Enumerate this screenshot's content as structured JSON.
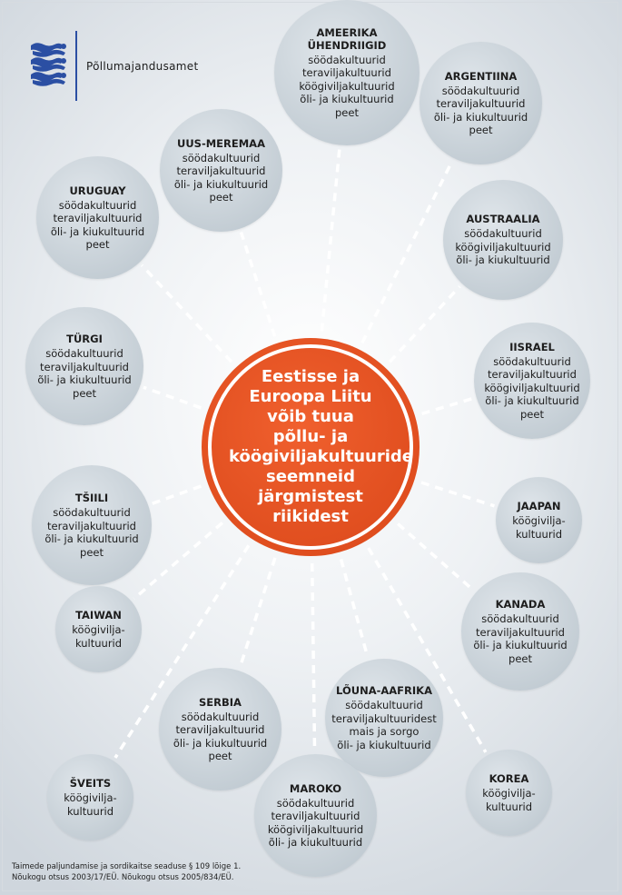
{
  "header": {
    "agency": "Põllumajandusamet",
    "logo_icon": "three-lions-coat-of-arms-icon",
    "logo_color": "#2b4fa3"
  },
  "center": {
    "title_lines": [
      "Eestisse ja",
      "Euroopa Liitu",
      "võib tuua",
      "põllu- ja",
      "köögiviljakultuuride",
      "seemneid",
      "järgmistest",
      "riikidest"
    ],
    "color": "#e04e1f"
  },
  "countries": [
    {
      "name": "AMEERIKA ÜHENDRIIGID",
      "crops": [
        "söödakultuurid",
        "teraviljakultuurid",
        "köögiviljakultuurid",
        "õli- ja kiukultuurid",
        "peet"
      ]
    },
    {
      "name": "ARGENTIINA",
      "crops": [
        "söödakultuurid",
        "teraviljakultuurid",
        "õli- ja kiukultuurid",
        "peet"
      ]
    },
    {
      "name": "UUS-MEREMAA",
      "crops": [
        "söödakultuurid",
        "teraviljakultuurid",
        "õli- ja kiukultuurid",
        "peet"
      ]
    },
    {
      "name": "URUGUAY",
      "crops": [
        "söödakultuurid",
        "teraviljakultuurid",
        "õli- ja kiukultuurid",
        "peet"
      ]
    },
    {
      "name": "AUSTRAALIA",
      "crops": [
        "söödakultuurid",
        "köögiviljakultuurid",
        "õli- ja kiukultuurid"
      ]
    },
    {
      "name": "TÜRGI",
      "crops": [
        "söödakultuurid",
        "teraviljakultuurid",
        "õli- ja kiukultuurid",
        "peet"
      ]
    },
    {
      "name": "IISRAEL",
      "crops": [
        "söödakultuurid",
        "teraviljakultuurid",
        "köögiviljakultuurid",
        "õli- ja kiukultuurid",
        "peet"
      ]
    },
    {
      "name": "TŠIILI",
      "crops": [
        "söödakultuurid",
        "teraviljakultuurid",
        "õli- ja kiukultuurid",
        "peet"
      ]
    },
    {
      "name": "JAAPAN",
      "crops": [
        "köögivilja-",
        "kultuurid"
      ]
    },
    {
      "name": "TAIWAN",
      "crops": [
        "köögivilja-",
        "kultuurid"
      ]
    },
    {
      "name": "KANADA",
      "crops": [
        "söödakultuurid",
        "teraviljakultuurid",
        "õli- ja kiukultuurid",
        "peet"
      ]
    },
    {
      "name": "LÕUNA-AAFRIKA",
      "crops": [
        "söödakultuurid",
        "teraviljakultuuridest",
        "mais ja sorgo",
        "õli- ja kiukultuurid"
      ]
    },
    {
      "name": "SERBIA",
      "crops": [
        "söödakultuurid",
        "teraviljakultuurid",
        "õli- ja kiukultuurid",
        "peet"
      ]
    },
    {
      "name": "ŠVEITS",
      "crops": [
        "köögivilja-",
        "kultuurid"
      ]
    },
    {
      "name": "KOREA",
      "crops": [
        "köögivilja-",
        "kultuurid"
      ]
    },
    {
      "name": "MAROKO",
      "crops": [
        "söödakultuurid",
        "teraviljakultuurid",
        "köögiviljakultuurid",
        "õli- ja kiukultuurid"
      ]
    }
  ],
  "footer": {
    "lines": [
      "Taimede paljundamise ja sordikaitse seaduse § 109 lõige 1.",
      "Nõukogu otsus 2003/17/EÜ. Nõukogu otsus 2005/834/EÜ."
    ]
  }
}
